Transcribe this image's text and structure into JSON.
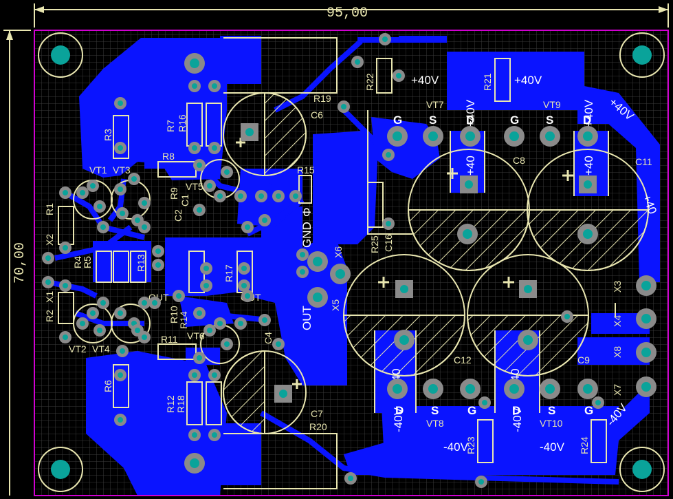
{
  "dimensions": {
    "width_label": "95,00",
    "height_label": "70,00"
  },
  "refdes": {
    "VT1": "VT1",
    "VT3": "VT3",
    "VT2": "VT2",
    "VT4": "VT4",
    "VT5": "VT5",
    "VT6": "VT6",
    "VT7": "VT7",
    "VT8": "VT8",
    "VT9": "VT9",
    "VT10": "VT10",
    "R1": "R1",
    "R2": "R2",
    "R3": "R3",
    "R4": "R4",
    "R5": "R5",
    "R6": "R6",
    "R7": "R7",
    "R8": "R8",
    "R9": "R9",
    "R10": "R10",
    "R11": "R11",
    "R12": "R12",
    "R13": "R13",
    "R14": "R14",
    "R15": "R15",
    "R16": "R16",
    "R17": "R17",
    "R18": "R18",
    "R19": "R19",
    "R20": "R20",
    "R21": "R21",
    "R22": "R22",
    "R23": "R23",
    "R24": "R24",
    "R25": "R25",
    "C1": "C1",
    "C2": "C2",
    "C4": "C4",
    "C6": "C6",
    "C7": "C7",
    "C8": "C8",
    "C9": "C9",
    "C11": "C11",
    "C12": "C12",
    "C16": "C16",
    "X1": "X1",
    "X2": "X2",
    "X3": "X3",
    "X4": "X4",
    "X5": "X5",
    "X6": "X6",
    "X7": "X7",
    "X8": "X8"
  },
  "pins": {
    "G": "G",
    "S": "S",
    "D": "D"
  },
  "copper_labels": {
    "plus40": "+40V",
    "minus40": "-40V",
    "plus40_short": "+40",
    "minus40_short": "-40",
    "out": "OUT",
    "gnd": "GND",
    "gnd_sym": "Φ"
  },
  "colors": {
    "board": "#000000",
    "copper": "#0a14ff",
    "silk": "#e9e6b0",
    "pad": "#7a7a7a",
    "hole": "#0aa39a",
    "outline": "#d000d0"
  }
}
